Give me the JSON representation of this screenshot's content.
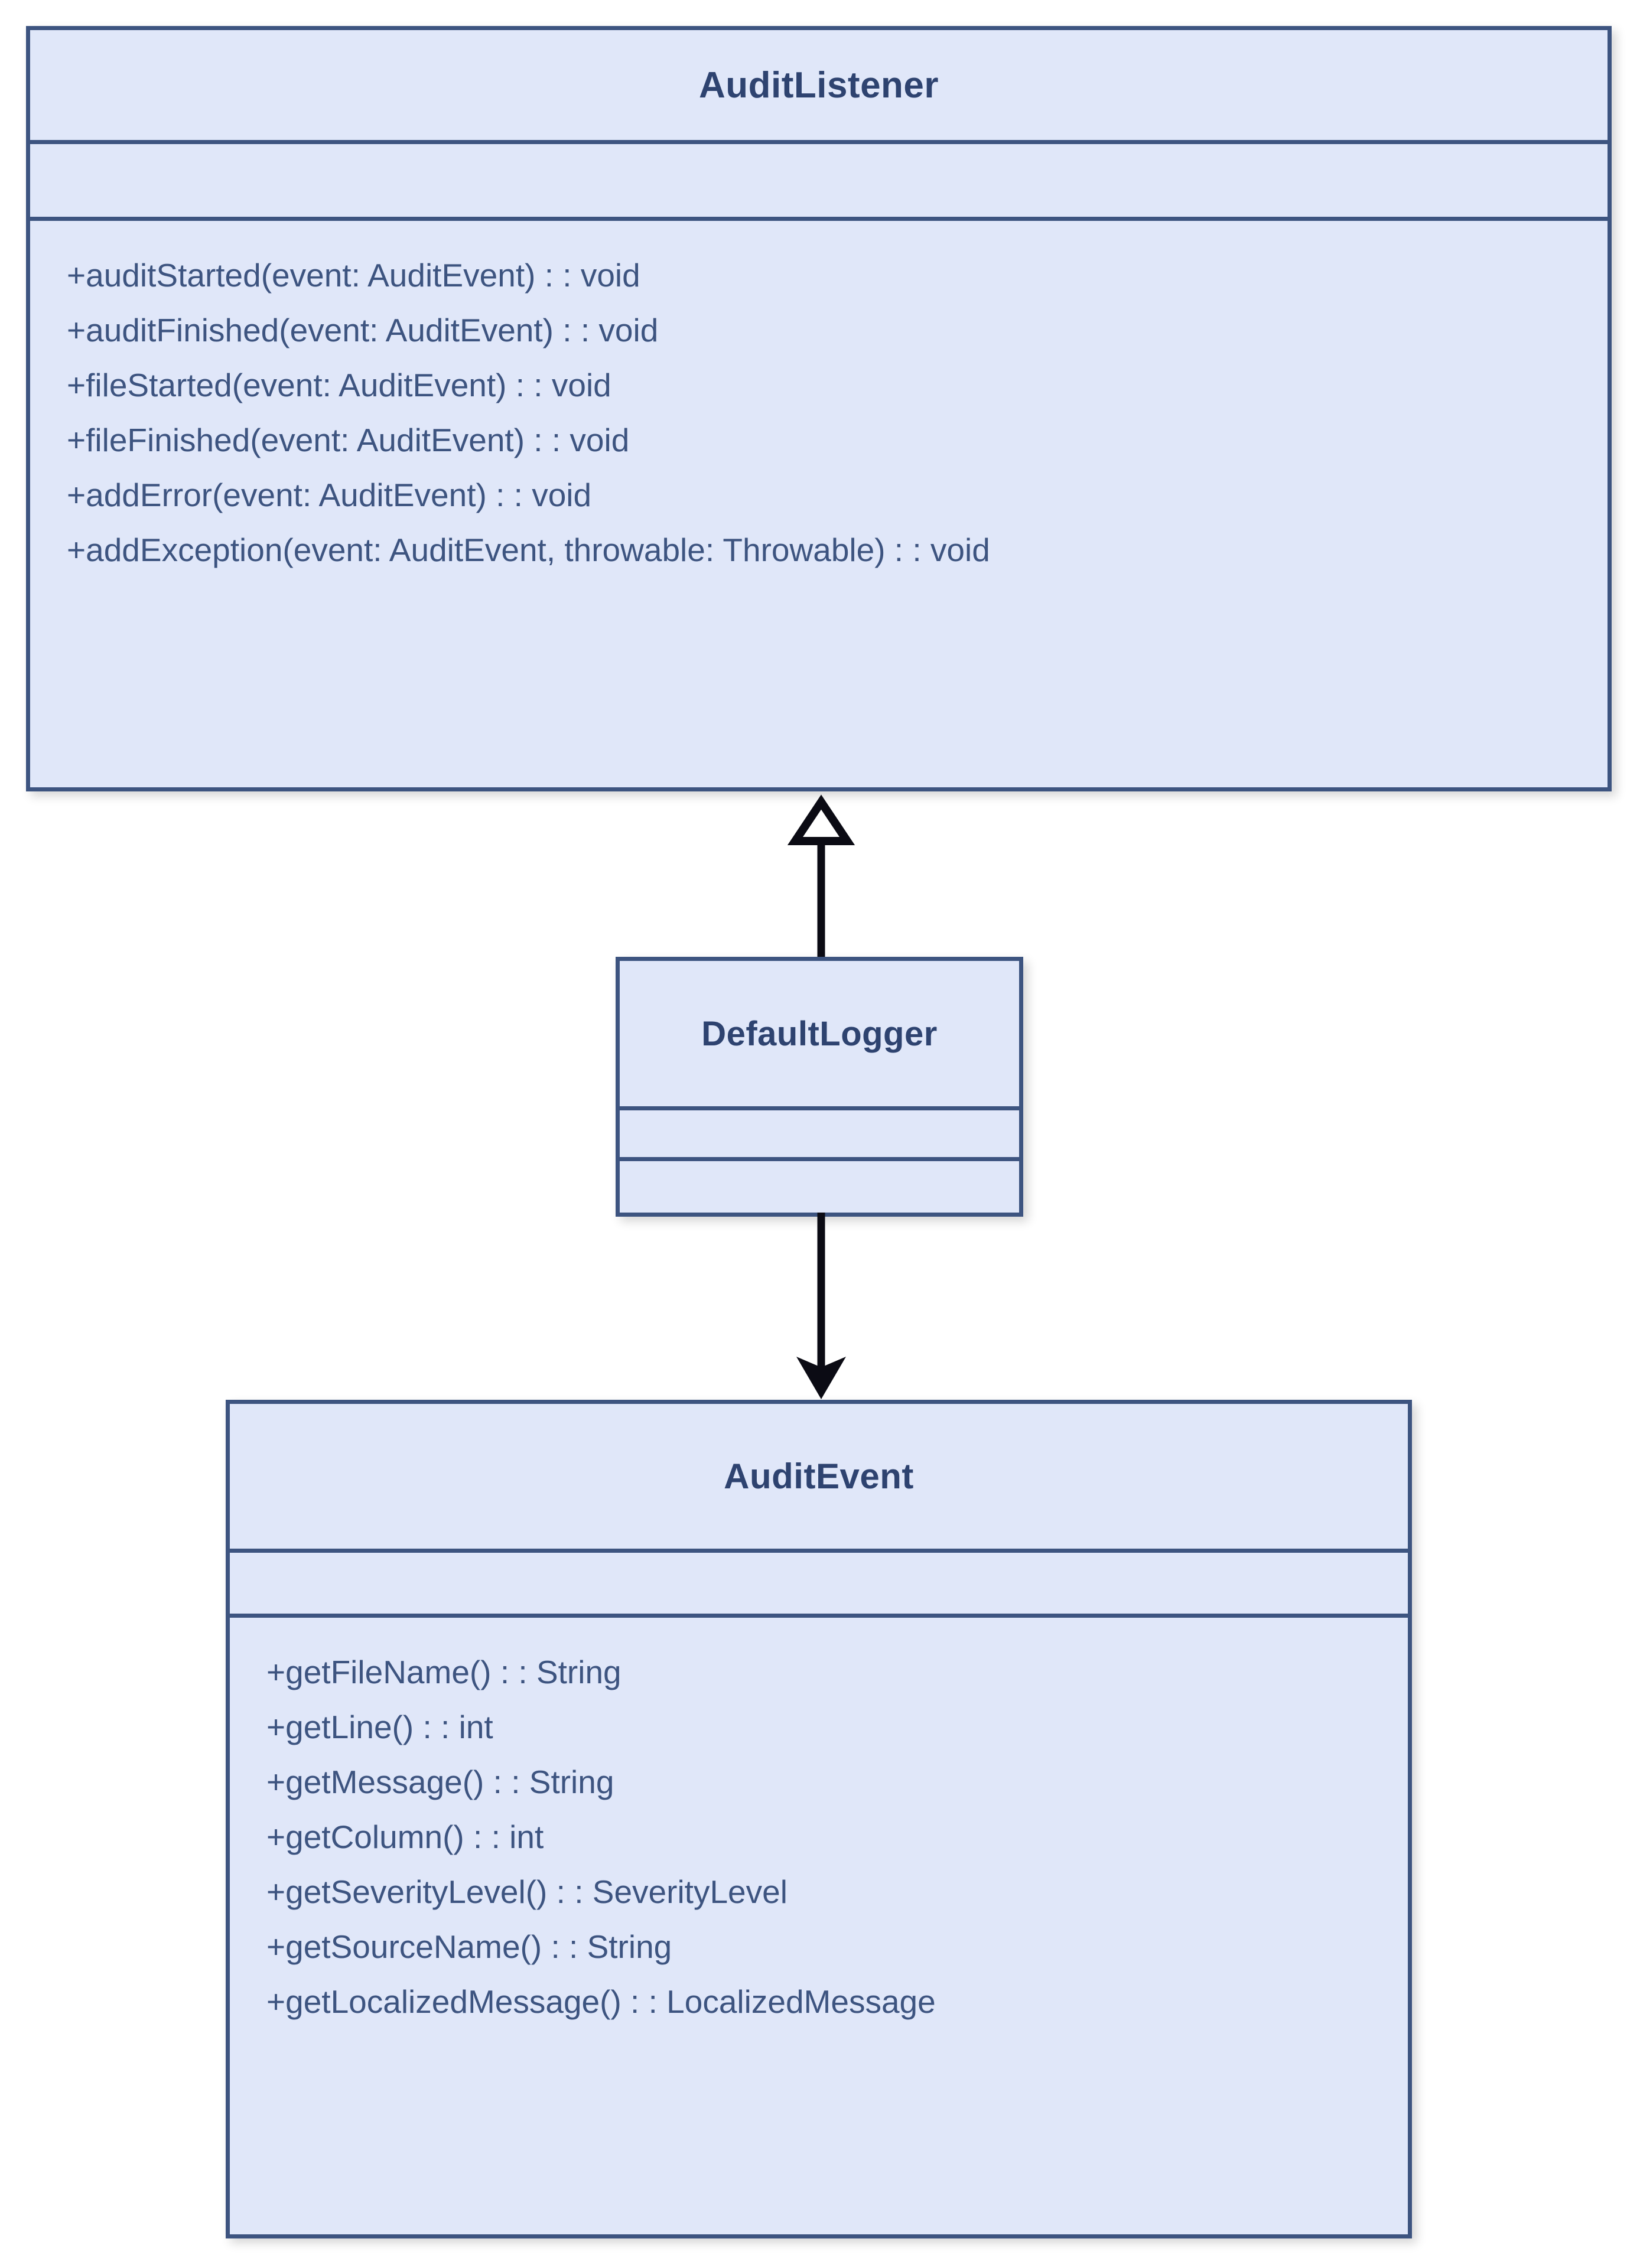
{
  "diagram": {
    "type": "uml-class-diagram",
    "colors": {
      "box_fill": "#e0e7f9",
      "box_border": "#3d5480",
      "title_text": "#2e4370",
      "member_text": "#3d5480",
      "connector": "#0b0b14",
      "background": "#ffffff"
    },
    "classes": [
      {
        "id": "auditlistener",
        "name": "AuditListener",
        "attributes": [],
        "methods": [
          "+auditStarted(event: AuditEvent) : : void",
          "+auditFinished(event: AuditEvent) : : void",
          "+fileStarted(event: AuditEvent) : : void",
          "+fileFinished(event: AuditEvent) : : void",
          "+addError(event: AuditEvent) : : void",
          "+addException(event: AuditEvent, throwable: Throwable) : : void"
        ]
      },
      {
        "id": "defaultlogger",
        "name": "DefaultLogger",
        "attributes": [],
        "methods": []
      },
      {
        "id": "auditevent",
        "name": "AuditEvent",
        "attributes": [],
        "methods": [
          "+getFileName() : : String",
          "+getLine() : : int",
          "+getMessage() : : String",
          "+getColumn() : : int",
          "+getSeverityLevel() : : SeverityLevel",
          "+getSourceName() : : String",
          "+getLocalizedMessage() : : LocalizedMessage"
        ]
      }
    ],
    "relationships": [
      {
        "id": "generalization",
        "from": "DefaultLogger",
        "to": "AuditListener",
        "arrow": "hollow-triangle",
        "label": ""
      },
      {
        "id": "association",
        "from": "DefaultLogger",
        "to": "AuditEvent",
        "arrow": "filled-arrow",
        "label": ""
      }
    ]
  }
}
